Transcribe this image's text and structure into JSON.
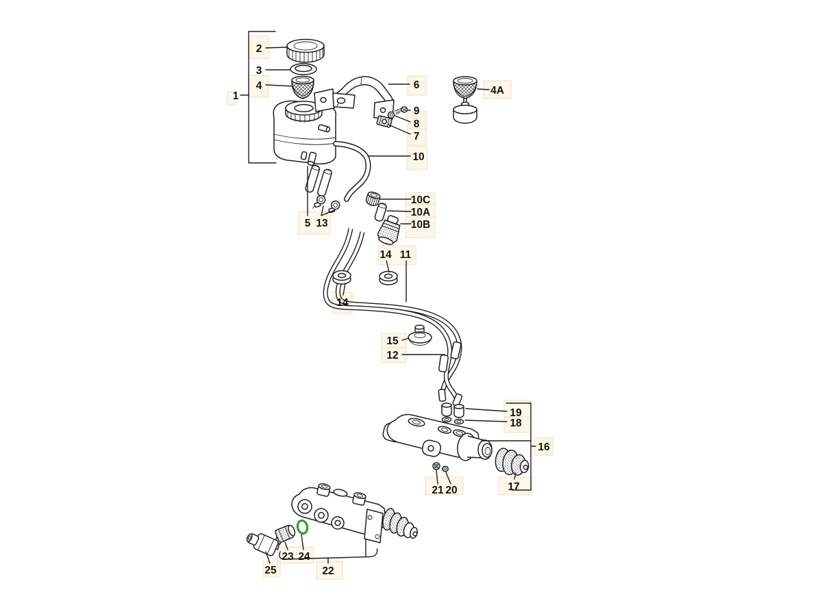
{
  "diagram": {
    "kind": "exploded-parts-diagram",
    "highlighted_callout": "24"
  },
  "colors": {
    "background": "#ffffff",
    "line": "#1d1d1d",
    "highlight": "#28a228",
    "hotspot_fill": "#faf0d5",
    "hotspot_border": "#eedfb4"
  },
  "callouts": [
    {
      "id": "1",
      "label": "1"
    },
    {
      "id": "2",
      "label": "2"
    },
    {
      "id": "3",
      "label": "3"
    },
    {
      "id": "4",
      "label": "4"
    },
    {
      "id": "6",
      "label": "6"
    },
    {
      "id": "9",
      "label": "9"
    },
    {
      "id": "8",
      "label": "8"
    },
    {
      "id": "7",
      "label": "7"
    },
    {
      "id": "4A",
      "label": "4A"
    },
    {
      "id": "10",
      "label": "10"
    },
    {
      "id": "10C",
      "label": "10C"
    },
    {
      "id": "10A",
      "label": "10A"
    },
    {
      "id": "10B",
      "label": "10B"
    },
    {
      "id": "5",
      "label": "5"
    },
    {
      "id": "13",
      "label": "13"
    },
    {
      "id": "14-top",
      "label": "14"
    },
    {
      "id": "11",
      "label": "11"
    },
    {
      "id": "14-bottom",
      "label": "14"
    },
    {
      "id": "15",
      "label": "15"
    },
    {
      "id": "12",
      "label": "12"
    },
    {
      "id": "19",
      "label": "19"
    },
    {
      "id": "18",
      "label": "18"
    },
    {
      "id": "16",
      "label": "16"
    },
    {
      "id": "17",
      "label": "17"
    },
    {
      "id": "21",
      "label": "21"
    },
    {
      "id": "20",
      "label": "20"
    },
    {
      "id": "23",
      "label": "23"
    },
    {
      "id": "24",
      "label": "24"
    },
    {
      "id": "25",
      "label": "25"
    },
    {
      "id": "22",
      "label": "22"
    }
  ]
}
